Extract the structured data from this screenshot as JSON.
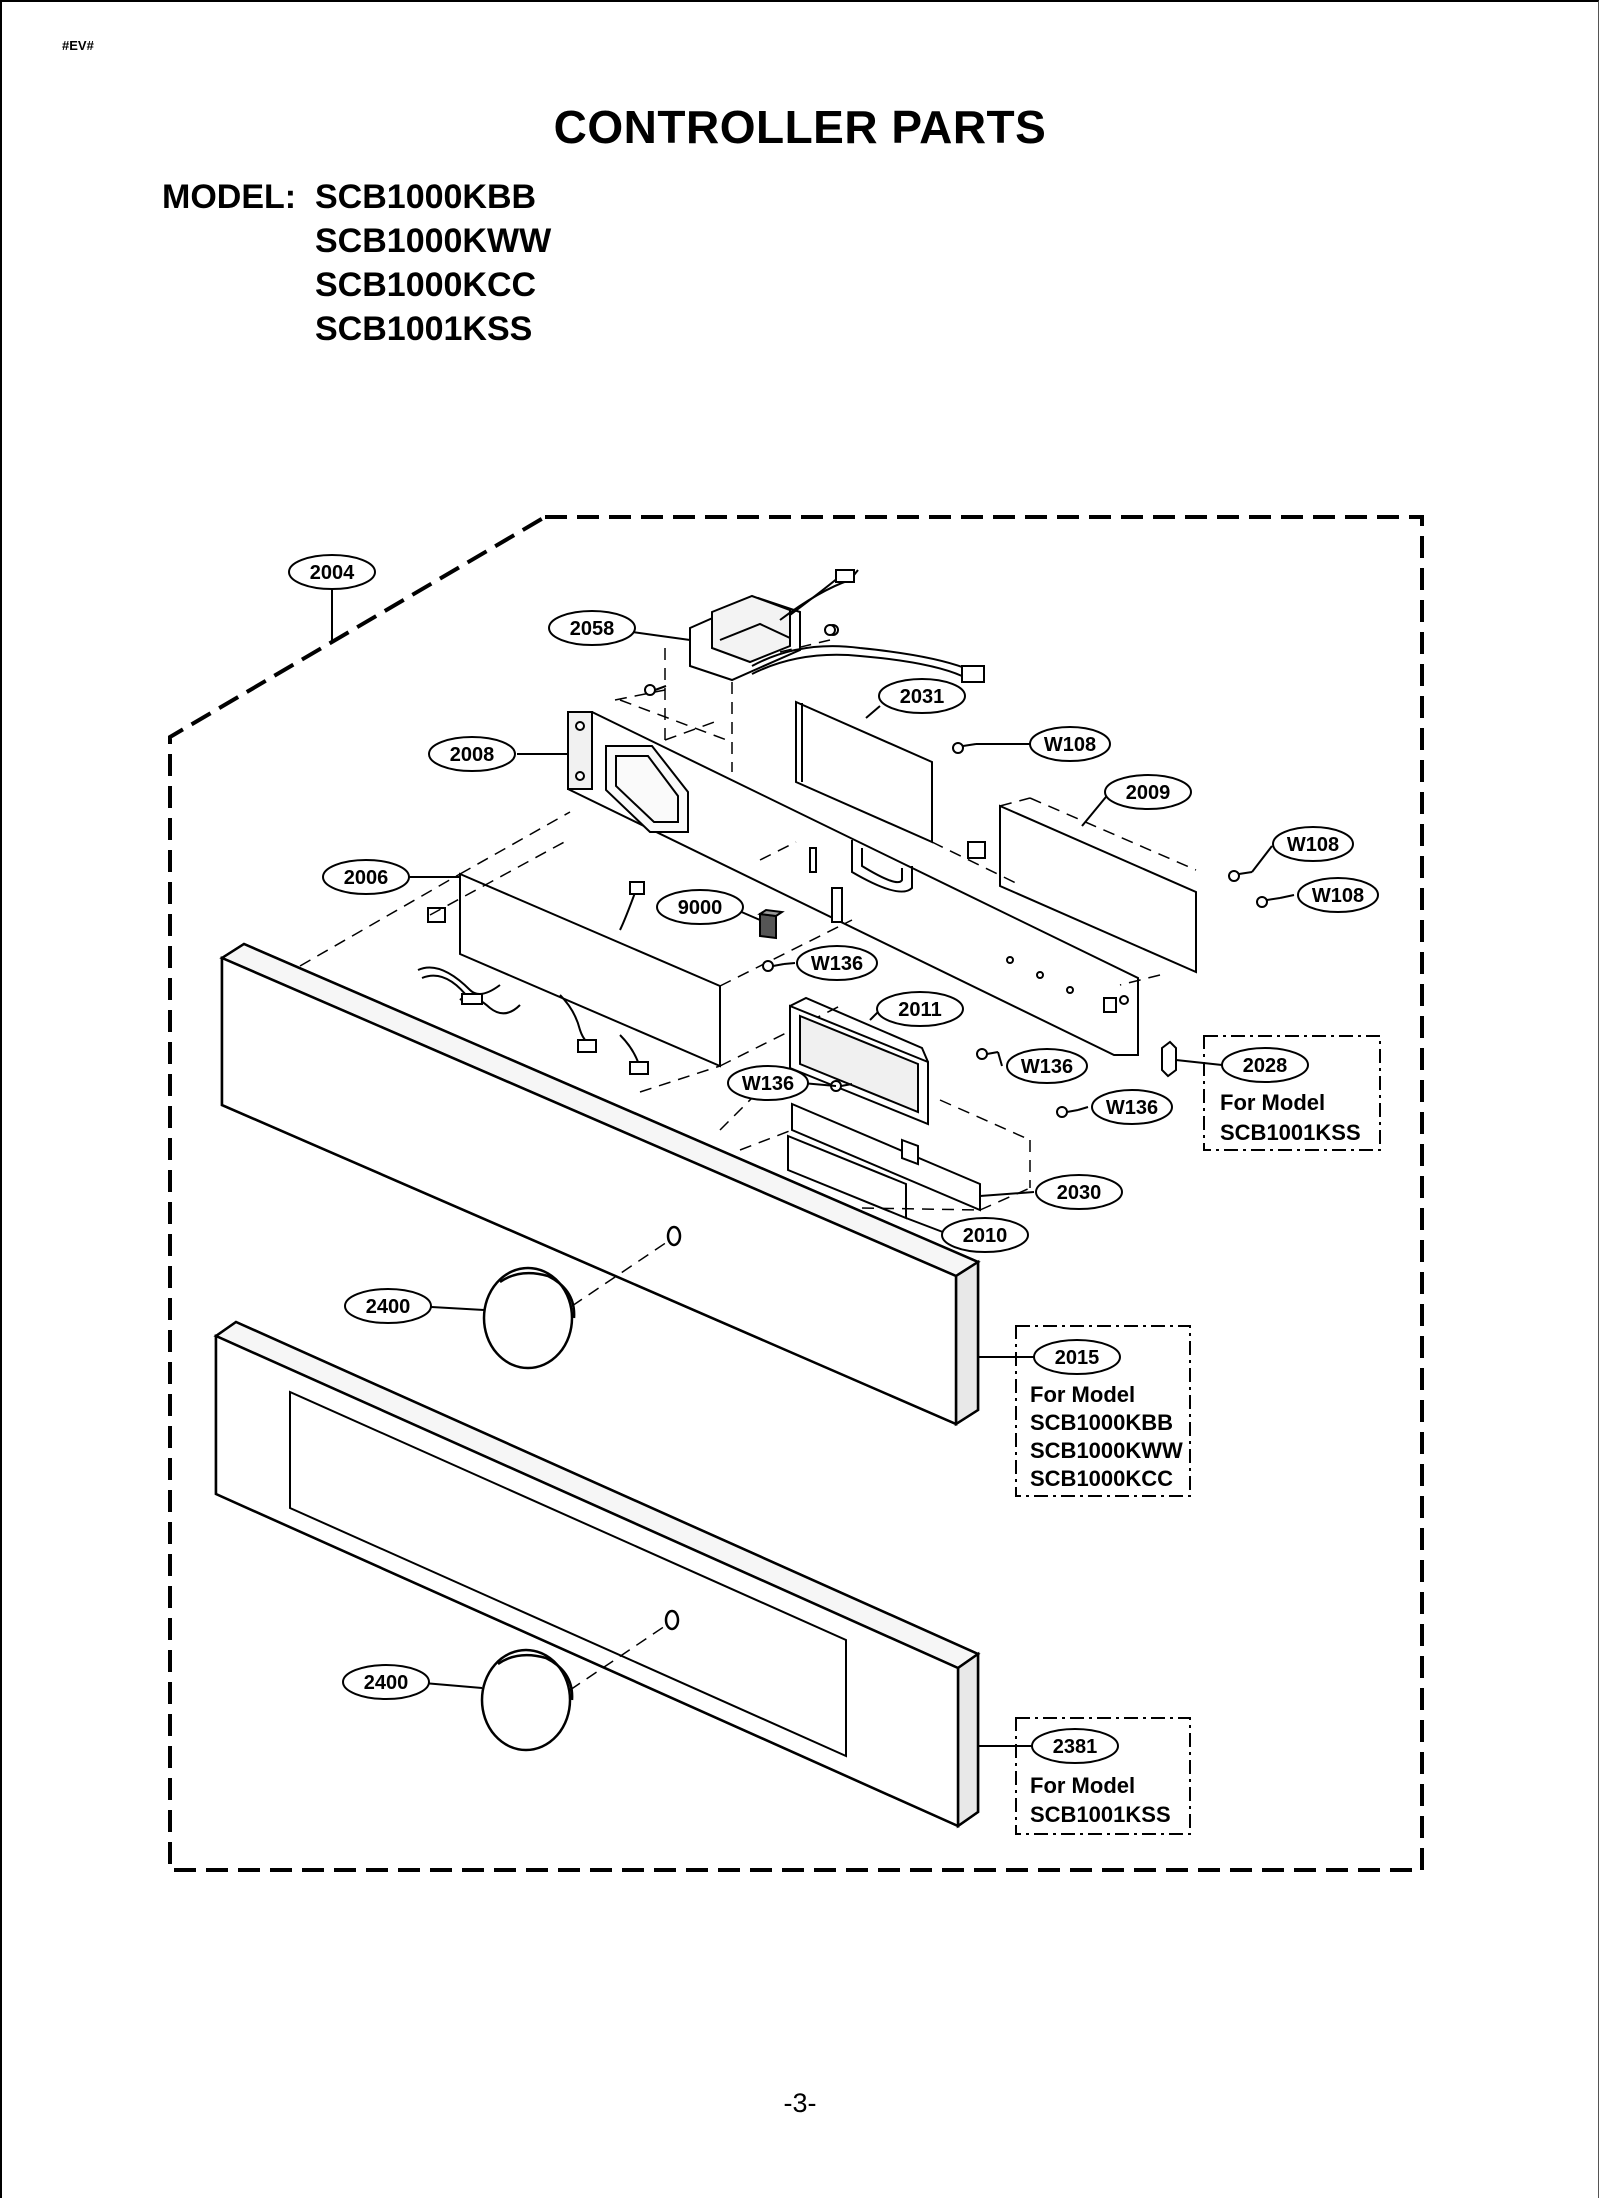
{
  "header": {
    "doc_code": "#EV#",
    "title": "CONTROLLER PARTS",
    "model_label": "MODEL:",
    "models": [
      "SCB1000KBB",
      "SCB1000KWW",
      "SCB1000KCC",
      "SCB1001KSS"
    ]
  },
  "callouts": {
    "c2004": "2004",
    "c2058": "2058",
    "c2031": "2031",
    "c2008": "2008",
    "c2009": "2009",
    "c2006": "2006",
    "c9000": "9000",
    "c2011": "2011",
    "c2028": "2028",
    "c2030": "2030",
    "c2010": "2010",
    "c2400a": "2400",
    "c2015": "2015",
    "c2400b": "2400",
    "c2381": "2381",
    "w108a": "W108",
    "w108b": "W108",
    "w108c": "W108",
    "w136a": "W136",
    "w136b": "W136",
    "w136c": "W136",
    "w136d": "W136"
  },
  "notes": {
    "n2028": {
      "line1": "For Model",
      "line2": "SCB1001KSS"
    },
    "n2015": {
      "line1": "For Model",
      "line2": "SCB1000KBB",
      "line3": "SCB1000KWW",
      "line4": "SCB1000KCC"
    },
    "n2381": {
      "line1": "For Model",
      "line2": "SCB1001KSS"
    }
  },
  "footer": {
    "page_number": "-3-"
  }
}
